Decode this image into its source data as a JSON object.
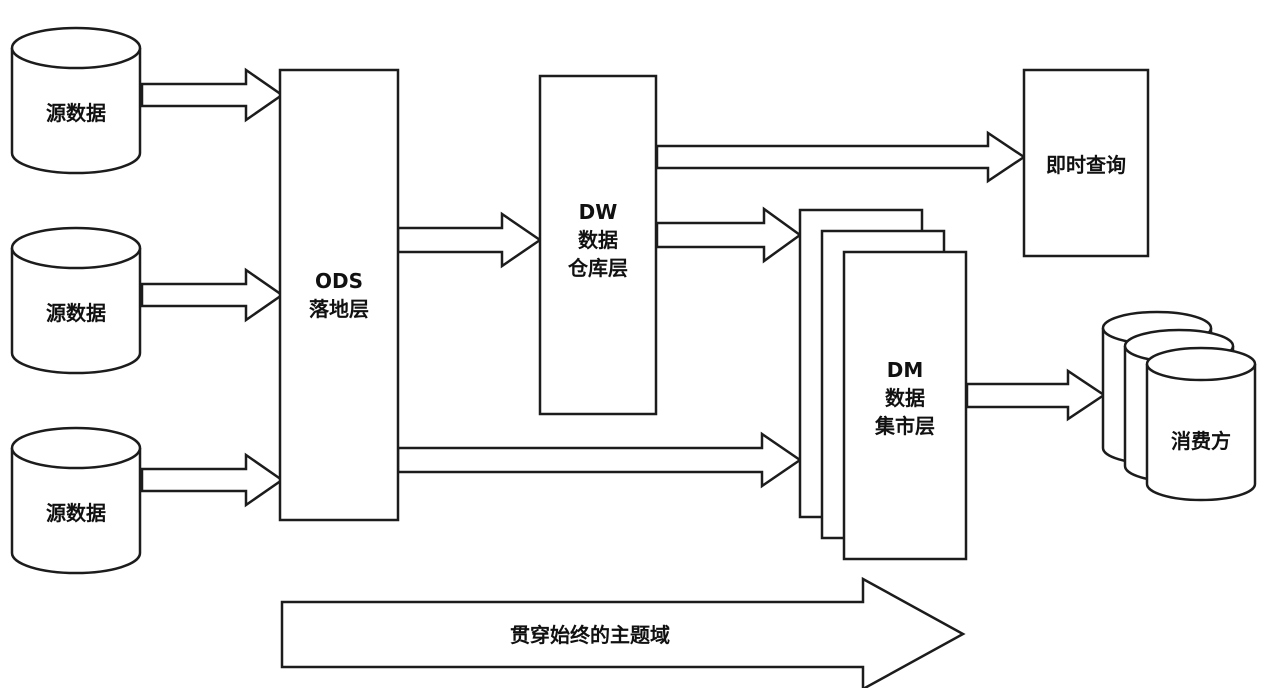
{
  "diagram": {
    "title": "data-warehouse-layered-architecture",
    "source_db_1": {
      "label": "源数据"
    },
    "source_db_2": {
      "label": "源数据"
    },
    "source_db_3": {
      "label": "源数据"
    },
    "ods_layer": {
      "line1": "ODS",
      "line2": "落地层"
    },
    "dw_layer": {
      "line1": "DW",
      "line2": "数据",
      "line3": "仓库层"
    },
    "instant_query": {
      "label": "即时查询"
    },
    "dm_layer": {
      "line1": "DM",
      "line2": "数据",
      "line3": "集市层"
    },
    "consumer": {
      "label": "消费方"
    },
    "theme_domain_arrow": {
      "label": "贯穿始终的主题域"
    }
  },
  "colors": {
    "stroke": "#1c1c1c",
    "fill": "#ffffff",
    "background": "#ffffff"
  }
}
